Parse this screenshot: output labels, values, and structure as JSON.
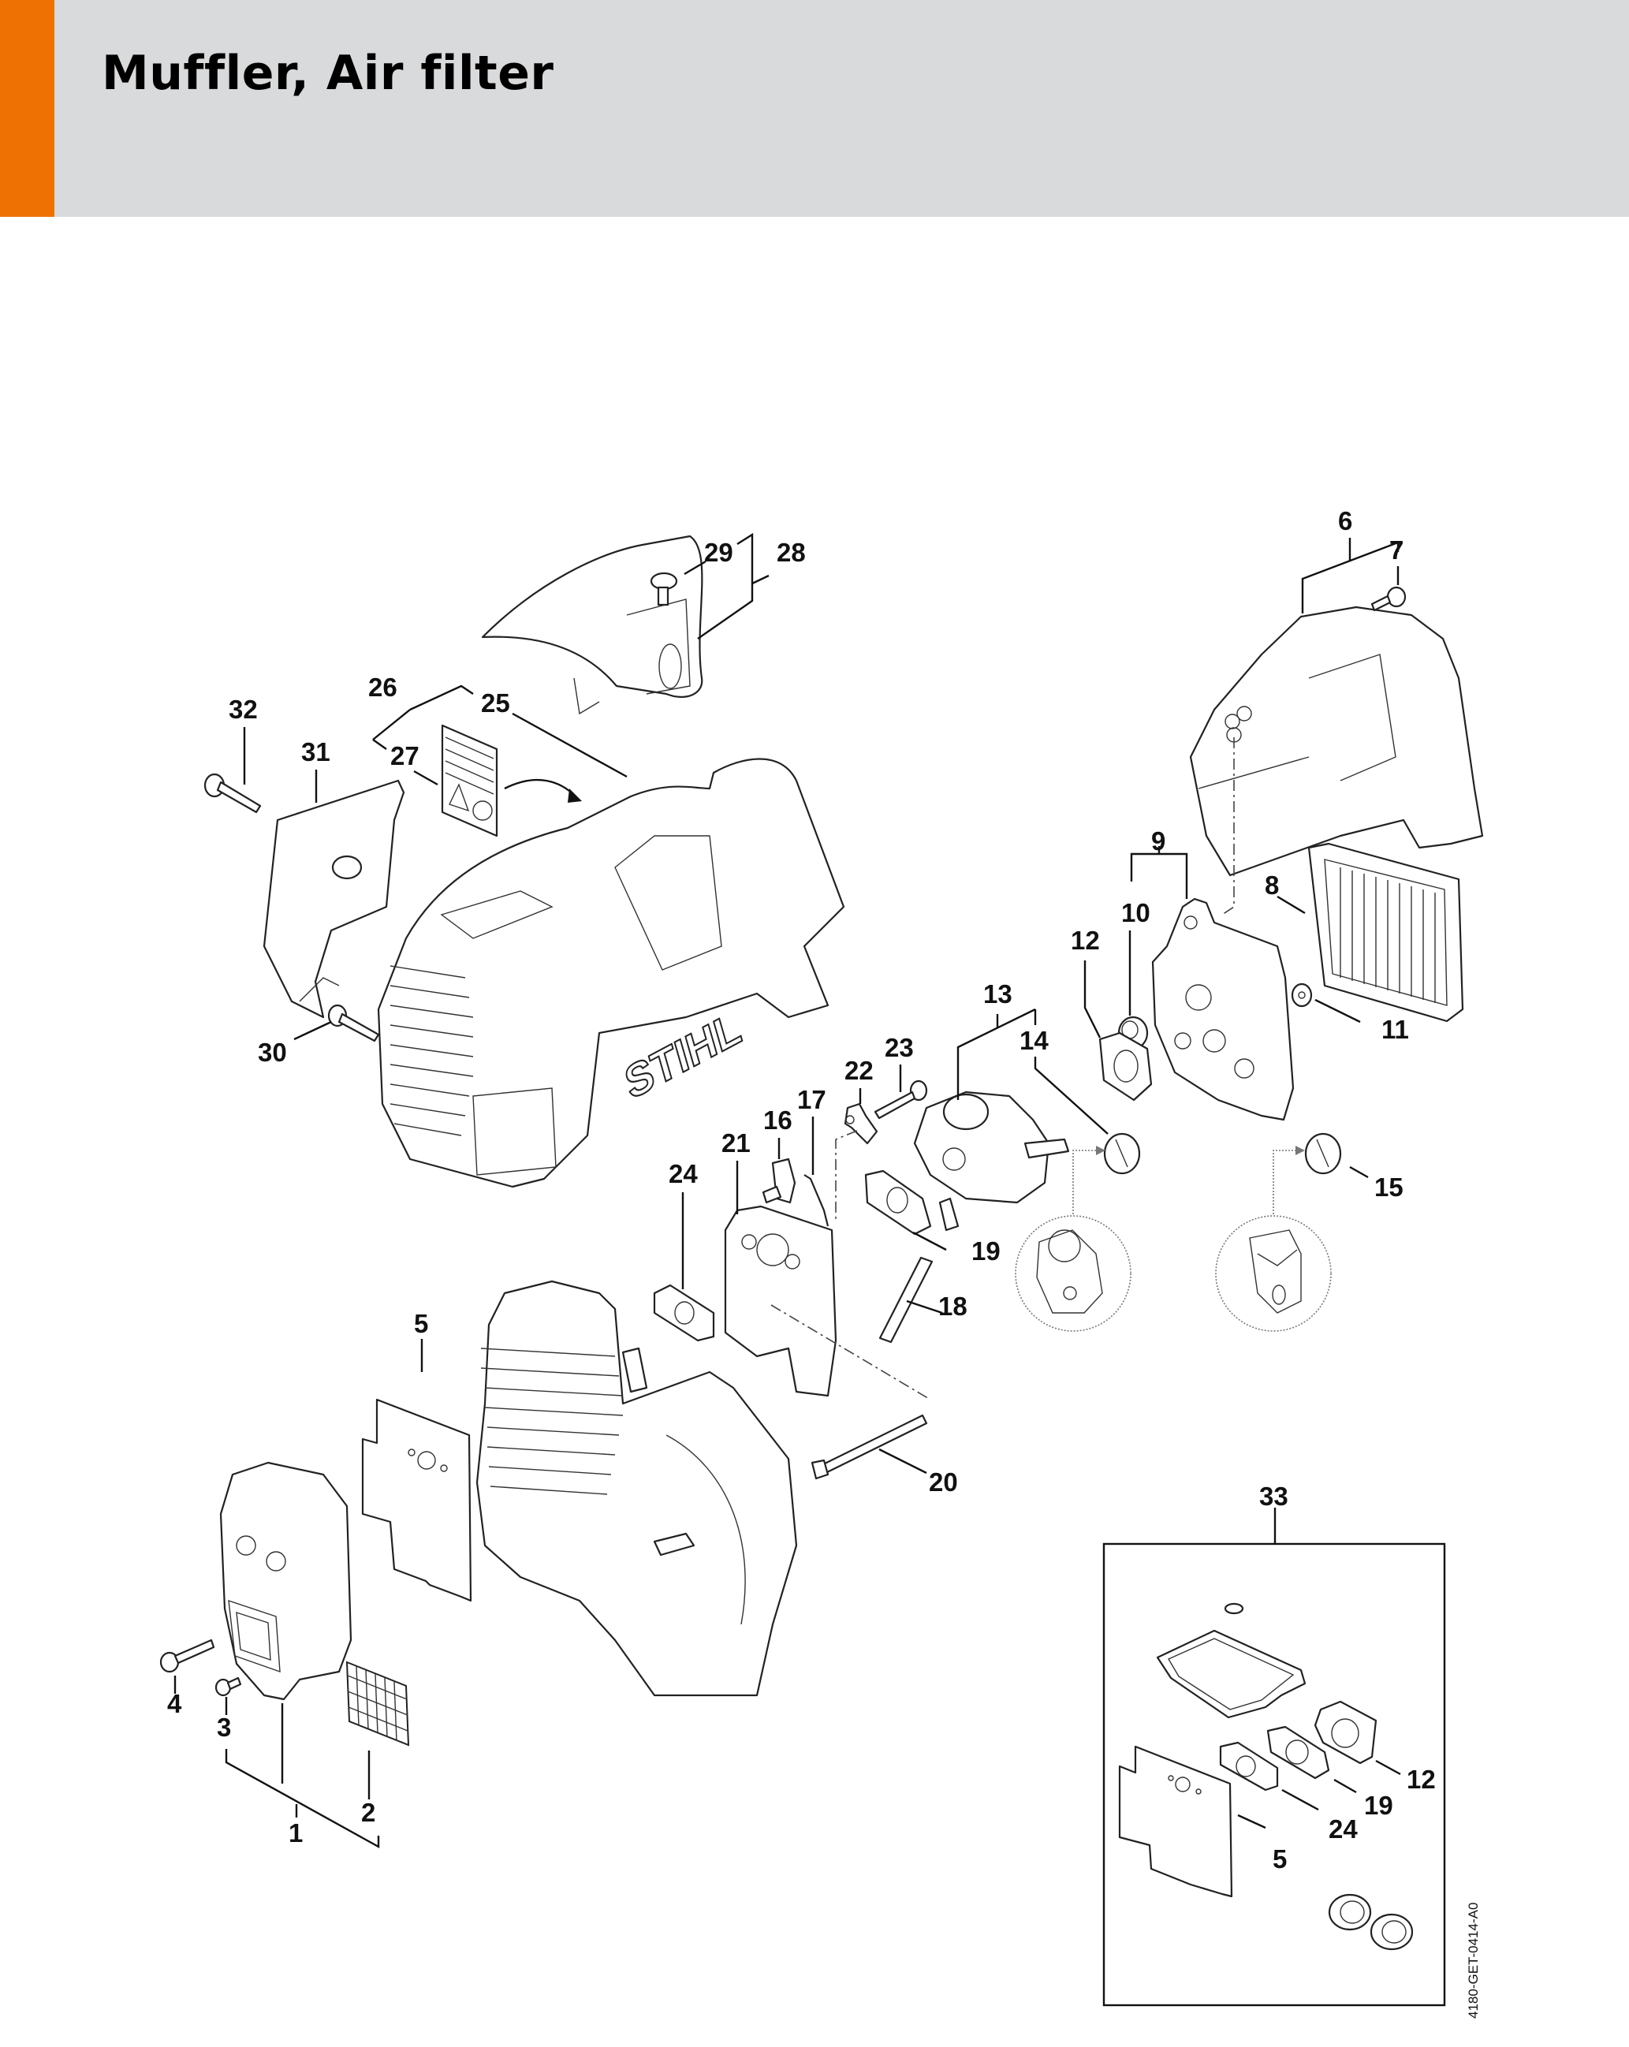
{
  "header": {
    "title": "Muffler, Air filter",
    "accent_color": "#ee7203",
    "background_color": "#d9dadb"
  },
  "diagram": {
    "brand_mark": "STIHL",
    "drawing_code": "4180-GET-0414-A0",
    "callouts": [
      {
        "id": "1"
      },
      {
        "id": "2"
      },
      {
        "id": "3"
      },
      {
        "id": "4"
      },
      {
        "id": "5"
      },
      {
        "id": "6"
      },
      {
        "id": "7"
      },
      {
        "id": "8"
      },
      {
        "id": "9"
      },
      {
        "id": "10"
      },
      {
        "id": "11"
      },
      {
        "id": "12"
      },
      {
        "id": "13"
      },
      {
        "id": "14"
      },
      {
        "id": "15"
      },
      {
        "id": "16"
      },
      {
        "id": "17"
      },
      {
        "id": "18"
      },
      {
        "id": "19"
      },
      {
        "id": "20"
      },
      {
        "id": "21"
      },
      {
        "id": "22"
      },
      {
        "id": "23"
      },
      {
        "id": "24"
      },
      {
        "id": "25"
      },
      {
        "id": "26"
      },
      {
        "id": "27"
      },
      {
        "id": "28"
      },
      {
        "id": "29"
      },
      {
        "id": "30"
      },
      {
        "id": "31"
      },
      {
        "id": "32"
      },
      {
        "id": "33"
      }
    ],
    "gasket_set": {
      "id": "33",
      "contents": [
        {
          "id": "12"
        },
        {
          "id": "19"
        },
        {
          "id": "24"
        },
        {
          "id": "5"
        }
      ]
    }
  }
}
